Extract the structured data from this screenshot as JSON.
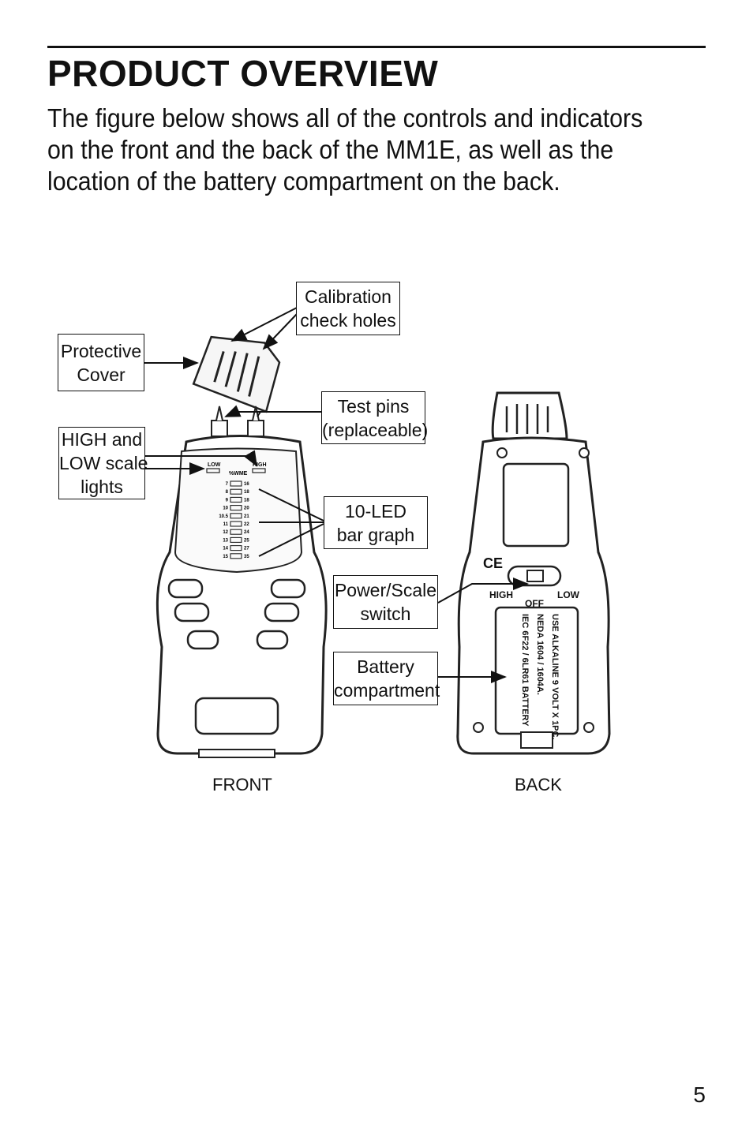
{
  "page": {
    "title": "PRODUCT OVERVIEW",
    "intro": "The figure below shows all of the controls and indicators on the front and the back of the MM1E, as well as the location of the battery compartment on the back.",
    "page_number": "5"
  },
  "callouts": {
    "calibration": [
      "Calibration",
      "check holes"
    ],
    "cover": [
      "Protective",
      "Cover"
    ],
    "test_pins": [
      "Test pins",
      "(replaceable)"
    ],
    "scale_lights": [
      "HIGH and",
      "LOW scale",
      "lights"
    ],
    "led_graph": [
      "10-LED",
      "bar graph"
    ],
    "power_switch": [
      "Power/Scale",
      "switch"
    ],
    "battery": [
      "Battery",
      "compartment"
    ]
  },
  "device": {
    "front_caption": "FRONT",
    "back_caption": "BACK",
    "front": {
      "low_label": "LOW",
      "high_label": "HIGH",
      "scale_header": "%WME",
      "led_left": [
        "7",
        "8",
        "9",
        "10",
        "10.5",
        "11",
        "12",
        "13",
        "14",
        "15"
      ],
      "led_right": [
        "16",
        "18",
        "18",
        "20",
        "21",
        "22",
        "24",
        "25",
        "27",
        "35"
      ]
    },
    "back": {
      "ce_mark": "CE",
      "switch_high": "HIGH",
      "switch_off": "OFF",
      "switch_low": "LOW",
      "battery_lines": [
        "USE ALKALINE 9 VOLT X 1PC.",
        "NEDA 1604 / 1604A.",
        "IEC 6F22 / 6LR61 BATTERY"
      ]
    }
  }
}
